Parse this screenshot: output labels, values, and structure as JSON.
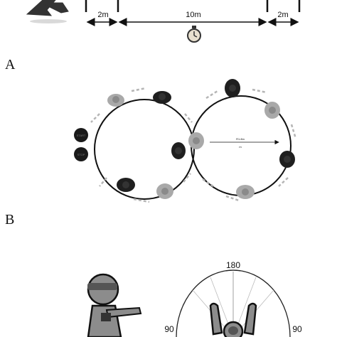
{
  "top_panel": {
    "dist_left": "2m",
    "dist_middle": "10m",
    "dist_right": "2m",
    "timer_icon": "stopwatch-icon"
  },
  "panel_a": {
    "letter": "A",
    "radius_label": "R1.8m",
    "radius_sub": "m",
    "cone_labels": [
      "START",
      "STOP"
    ]
  },
  "panel_b": {
    "letter": "B",
    "angle_top": "180",
    "angle_left": "90",
    "angle_right": "90"
  },
  "colors": {
    "figure_dark": "#1f1f1f",
    "figure_light": "#a9a9a9",
    "arrow_grey": "#b5b5b5",
    "line": "#111111"
  }
}
